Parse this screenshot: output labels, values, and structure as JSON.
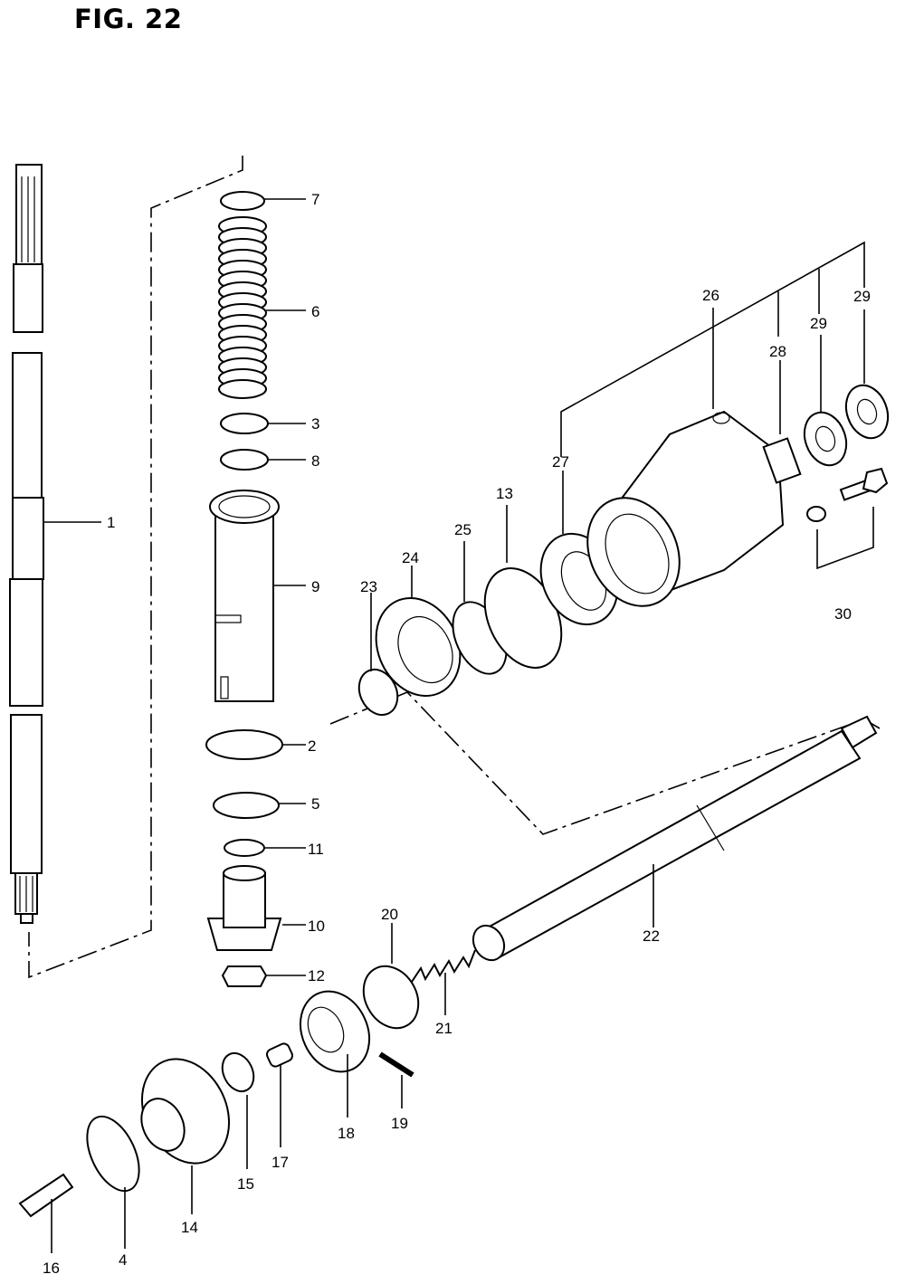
{
  "figure": {
    "title": "FIG. 22"
  },
  "callouts": [
    "1",
    "2",
    "3",
    "4",
    "5",
    "6",
    "7",
    "8",
    "9",
    "10",
    "11",
    "12",
    "13",
    "14",
    "15",
    "16",
    "17",
    "18",
    "19",
    "20",
    "21",
    "22",
    "23",
    "24",
    "25",
    "26",
    "27",
    "28",
    "29",
    "29",
    "30"
  ]
}
